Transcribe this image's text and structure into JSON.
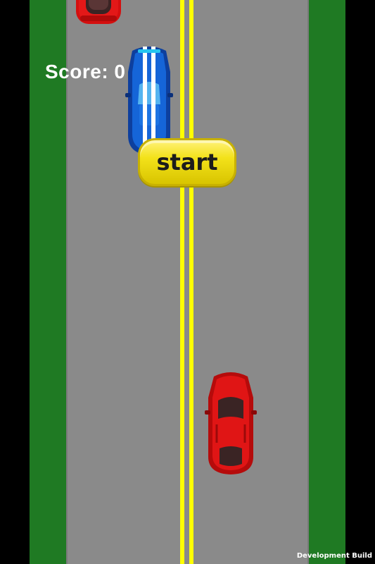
{
  "hud": {
    "score_text": "Score: 0"
  },
  "menu": {
    "start_label": "start"
  },
  "footer": {
    "build_label": "Development Build"
  },
  "colors": {
    "grass": "#1f7a23",
    "road": "#8a8a8a",
    "center_line": "#ffff00",
    "enemy_car": "#d40f0f",
    "player_car": "#1565d8",
    "start_button": "#f3e21a"
  },
  "icons": {
    "player": "blue-race-car-icon",
    "enemy": "red-sports-car-icon"
  }
}
